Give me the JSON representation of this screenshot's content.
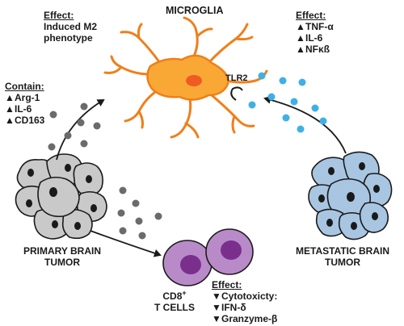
{
  "microglia_title": "MICROGLIA",
  "microglia_effect": {
    "heading": "Effect:",
    "lines": [
      "Induced M2",
      "phenotype"
    ]
  },
  "metastatic_effect": {
    "heading": "Effect:",
    "items": [
      {
        "arrow": "up",
        "text": "TNF-α"
      },
      {
        "arrow": "up",
        "text": "IL-6"
      },
      {
        "arrow": "up",
        "text": "NFκß"
      }
    ]
  },
  "contain": {
    "heading": "Contain:",
    "items": [
      {
        "arrow": "up",
        "text": "Arg-1"
      },
      {
        "arrow": "up",
        "text": "IL-6"
      },
      {
        "arrow": "up",
        "text": "CD163"
      }
    ]
  },
  "tlr2_label": "TLR2",
  "primary_tumor": {
    "line1": "PRIMARY BRAIN",
    "line2": "TUMOR"
  },
  "metastatic_tumor": {
    "line1": "METASTATIC BRAIN",
    "line2": "TUMOR"
  },
  "tcells": {
    "line1_base": "CD8",
    "line1_sup": "+",
    "line2": "T CELLS"
  },
  "tcell_effect": {
    "heading": "Effect:",
    "items": [
      {
        "arrow": "down",
        "text": "Cytotoxicty:"
      },
      {
        "arrow": "down",
        "text": "IFN-δ"
      },
      {
        "arrow": "down",
        "text": "Granzyme-β"
      }
    ]
  },
  "colors": {
    "microglia": "#f9a835",
    "microglia_outline": "#ef7f1a",
    "nucleus": "#f15a22",
    "primary_tumor": "#c9c9c9",
    "metastatic_tumor": "#a8c6e2",
    "tcell": "#b98ac8",
    "tcell_nucleus": "#7a2f8d",
    "grey_dot": "#6b6b6b",
    "blue_dot": "#3fb0e6"
  },
  "arrow_glyphs": {
    "up": "🠅",
    "down": "🠇"
  }
}
